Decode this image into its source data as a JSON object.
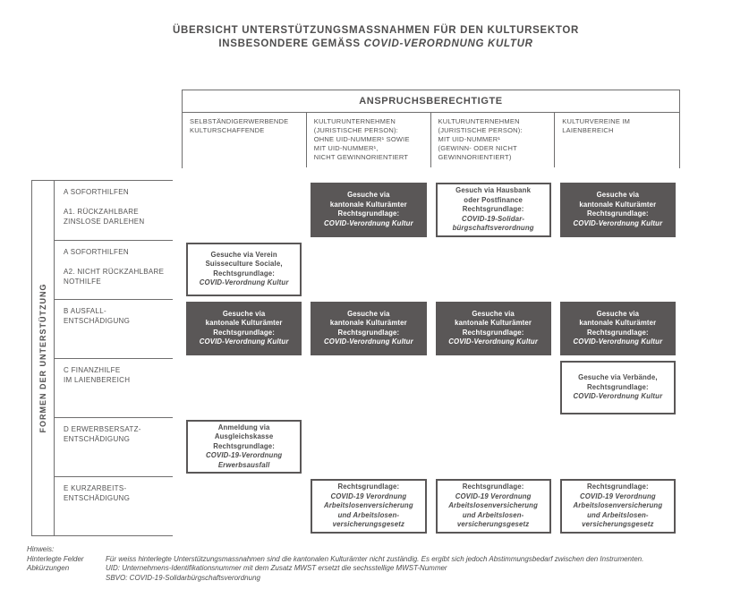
{
  "title": {
    "line1": "ÜBERSICHT UNTERSTÜTZUNGSMASSNAHMEN FÜR DEN KULTURSEKTOR",
    "line2_normal": "INSBESONDERE GEMÄSS ",
    "line2_italic": "COVID-VERORDNUNG KULTUR"
  },
  "matrix": {
    "axis_label": "FORMEN DER UNTERSTÜTZUNG",
    "header": {
      "title": "ANSPRUCHSBERECHTIGTE",
      "columns": [
        "SELBSTÄNDIGERWERBENDE\nKULTURSCHAFFENDE",
        "KULTURUNTERNEHMEN\n(JURISTISCHE PERSON):\nOHNE UID-NUMMER¹ SOWIE\nMIT UID-NUMMER¹,\nNICHT GEWINNORIENTIERT",
        "KULTURUNTERNEHMEN\n(JURISTISCHE PERSON):\nMIT UID-NUMMER¹\n(GEWINN- ODER NICHT\nGEWINNORIENTIERT)",
        "KULTURVEREINE IM\nLAIENBEREICH"
      ]
    },
    "rows": [
      {
        "label": "A SOFORTHILFEN\n\nA1. RÜCKZAHLBARE\nZINSLOSE DARLEHEN",
        "cells": [
          null,
          {
            "style": "dark",
            "plain": [
              "Gesuche via",
              "kantonale Kulturämter",
              "Rechtsgrundlage:"
            ],
            "italic": [
              "COVID-Verordnung Kultur"
            ]
          },
          {
            "style": "light",
            "plain": [
              "Gesuch via Hausbank",
              "oder Postfinance",
              "Rechtsgrundlage:"
            ],
            "italic": [
              "COVID-19-Solidar-",
              "bürgschaftsverordnung"
            ]
          },
          {
            "style": "dark",
            "plain": [
              "Gesuche via",
              "kantonale Kulturämter",
              "Rechtsgrundlage:"
            ],
            "italic": [
              "COVID-Verordnung Kultur"
            ]
          }
        ]
      },
      {
        "label": "A SOFORTHILFEN\n\nA2. NICHT RÜCKZAHLBARE\nNOTHILFE",
        "cells": [
          {
            "style": "light",
            "plain": [
              "Gesuche via Verein",
              "Suisseculture Sociale,",
              "Rechtsgrundlage:"
            ],
            "italic": [
              "COVID-Verordnung Kultur"
            ]
          },
          null,
          null,
          null
        ]
      },
      {
        "label": "B AUSFALL-\nENTSCHÄDIGUNG",
        "cells": [
          {
            "style": "dark",
            "plain": [
              "Gesuche via",
              "kantonale Kulturämter",
              "Rechtsgrundlage:"
            ],
            "italic": [
              "COVID-Verordnung Kultur"
            ]
          },
          {
            "style": "dark",
            "plain": [
              "Gesuche via",
              "kantonale Kulturämter",
              "Rechtsgrundlage:"
            ],
            "italic": [
              "COVID-Verordnung Kultur"
            ]
          },
          {
            "style": "dark",
            "plain": [
              "Gesuche via",
              "kantonale Kulturämter",
              "Rechtsgrundlage:"
            ],
            "italic": [
              "COVID-Verordnung Kultur"
            ]
          },
          {
            "style": "dark",
            "plain": [
              "Gesuche via",
              "kantonale Kulturämter",
              "Rechtsgrundlage:"
            ],
            "italic": [
              "COVID-Verordnung Kultur"
            ]
          }
        ]
      },
      {
        "label": "C FINANZHILFE\nIM LAIENBEREICH",
        "cells": [
          null,
          null,
          null,
          {
            "style": "light",
            "plain": [
              "Gesuche via Verbände,",
              "Rechtsgrundlage:"
            ],
            "italic": [
              "COVID-Verordnung Kultur"
            ]
          }
        ]
      },
      {
        "label": "D ERWERBSERSATZ-\nENTSCHÄDIGUNG",
        "cells": [
          {
            "style": "light",
            "plain": [
              "Anmeldung via",
              "Ausgleichskasse",
              "Rechtsgrundlage:"
            ],
            "italic": [
              "COVID-19-Verordnung",
              "Erwerbsausfall"
            ]
          },
          null,
          null,
          null
        ]
      },
      {
        "label": "E KURZARBEITS-\nENTSCHÄDIGUNG",
        "cells": [
          null,
          {
            "style": "light",
            "plain": [
              "Rechtsgrundlage:"
            ],
            "italic": [
              "COVID-19 Verordnung",
              "Arbeitslosenversicherung",
              "und Arbeitslosen-",
              "versicherungsgesetz"
            ]
          },
          {
            "style": "light",
            "plain": [
              "Rechtsgrundlage:"
            ],
            "italic": [
              "COVID-19 Verordnung",
              "Arbeitslosenversicherung",
              "und Arbeitslosen-",
              "versicherungsgesetz"
            ]
          },
          {
            "style": "light",
            "plain": [
              "Rechtsgrundlage:"
            ],
            "italic": [
              "COVID-19 Verordnung",
              "Arbeitslosenversicherung",
              "und Arbeitslosen-",
              "versicherungsgesetz"
            ]
          }
        ]
      }
    ]
  },
  "notes": {
    "heading": "Hinweis:",
    "items": [
      {
        "label": "Hinterlegte Felder",
        "text": "Für weiss hinterlegte Unterstützungsmassnahmen sind die kantonalen Kulturämter nicht zuständig. Es ergibt sich jedoch Abstimmungsbedarf zwischen den Instrumenten."
      },
      {
        "label": "Abkürzungen",
        "text": "UID: Unternehmens-Identifikationsnummer mit dem Zusatz MWST ersetzt die sechsstellige MWST-Nummer"
      },
      {
        "label": "",
        "text": "SBVO: COVID-19-Solidarbürgschaftsverordnung"
      }
    ]
  },
  "colors": {
    "dark_cell": "#5a5757",
    "line": "#6f6e6e",
    "text": "#4c4c4c"
  }
}
